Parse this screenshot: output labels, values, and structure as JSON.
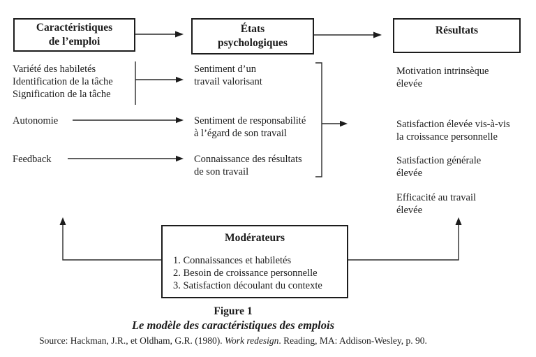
{
  "header_boxes": {
    "characteristics": {
      "line1": "Caractéristiques",
      "line2": "de l’emploi"
    },
    "states": {
      "line1": "États",
      "line2": "psychologiques"
    },
    "results": {
      "label": "Résultats"
    }
  },
  "job_characteristics": {
    "core_group": [
      "Variété des habiletés",
      "Identification de la tâche",
      "Signification de la tâche"
    ],
    "autonomy": "Autonomie",
    "feedback": "Feedback"
  },
  "psychological_states": {
    "state1": {
      "line1": "Sentiment d’un",
      "line2": "travail valorisant"
    },
    "state2": {
      "line1": "Sentiment de responsabilité",
      "line2": "à l’égard de son travail"
    },
    "state3": {
      "line1": "Connaissance des résultats",
      "line2": "de son travail"
    }
  },
  "results": {
    "r1": {
      "line1": "Motivation intrinsèque",
      "line2": "élevée"
    },
    "r2": {
      "line1": "Satisfaction élevée vis-à-vis",
      "line2": "la croissance personnelle"
    },
    "r3": {
      "line1": "Satisfaction générale",
      "line2": "élevée"
    },
    "r4": {
      "line1": "Efficacité au travail",
      "line2": "élevée"
    }
  },
  "moderators": {
    "title": "Modérateurs",
    "items": [
      "1. Connaissances et habiletés",
      "2. Besoin de croissance personnelle",
      "3. Satisfaction découlant du contexte"
    ]
  },
  "caption": {
    "figure_label": "Figure 1",
    "figure_title": "Le modèle des caractéristiques des emplois",
    "source_prefix": "Source: Hackman, J.R., et Oldham, G.R. (1980). ",
    "source_work": "Work redesign",
    "source_suffix": ". Reading, MA: Addison-Wesley, p. 90."
  },
  "colors": {
    "ink": "#1b1b1b",
    "background": "#ffffff"
  }
}
